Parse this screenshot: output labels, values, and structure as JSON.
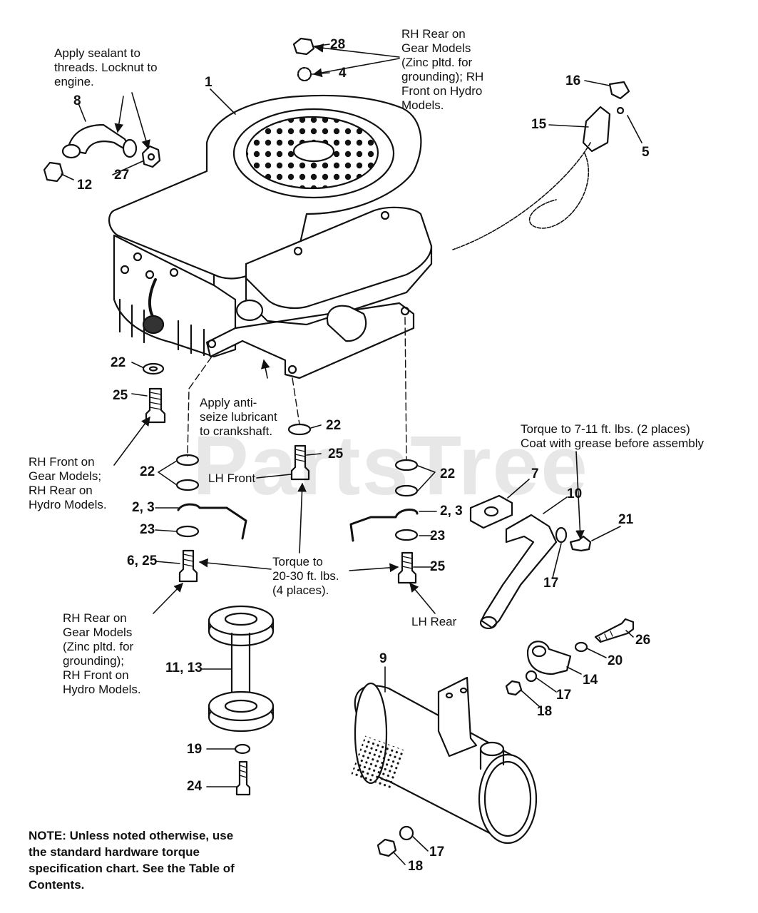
{
  "watermark": "PartsTree",
  "callouts": {
    "c1": "1",
    "c2_3_left": "2, 3",
    "c2_3_right": "2, 3",
    "c4": "4",
    "c5": "5",
    "c6_25": "6, 25",
    "c7": "7",
    "c8": "8",
    "c9": "9",
    "c10": "10",
    "c11_13": "11, 13",
    "c12": "12",
    "c14": "14",
    "c15": "15",
    "c16": "16",
    "c17_a": "17",
    "c17_b": "17",
    "c17_c": "17",
    "c18_a": "18",
    "c18_b": "18",
    "c19": "19",
    "c20": "20",
    "c21": "21",
    "c22_a": "22",
    "c22_b": "22",
    "c22_c": "22",
    "c22_d": "22",
    "c23_a": "23",
    "c23_b": "23",
    "c24": "24",
    "c25_a": "25",
    "c25_b": "25",
    "c25_c": "25",
    "c26": "26",
    "c27": "27",
    "c28": "28"
  },
  "notes": {
    "sealant": "Apply sealant to\nthreads. Locknut to\nengine.",
    "rh_rear_top": "RH Rear on\nGear Models\n(Zinc pltd. for\ngrounding); RH\nFront on Hydro\nModels.",
    "anti_seize": "Apply anti-\nseize lubricant\nto crankshaft.",
    "torque_7_11": "Torque to 7-11 ft. lbs. (2 places)\nCoat with grease before assembly",
    "rh_front_gear": "RH Front on\nGear Models;\nRH Rear on\nHydro Models.",
    "lh_front": "LH Front",
    "torque_20_30": "Torque to\n20-30 ft. lbs.\n(4 places).",
    "lh_rear": "LH Rear",
    "rh_rear_bottom": "RH Rear on\nGear Models\n(Zinc pltd. for\ngrounding);\nRH Front on\nHydro Models.",
    "hardware": "NOTE: Unless noted otherwise, use the standard hardware torque specification chart. See the Table of Contents."
  }
}
